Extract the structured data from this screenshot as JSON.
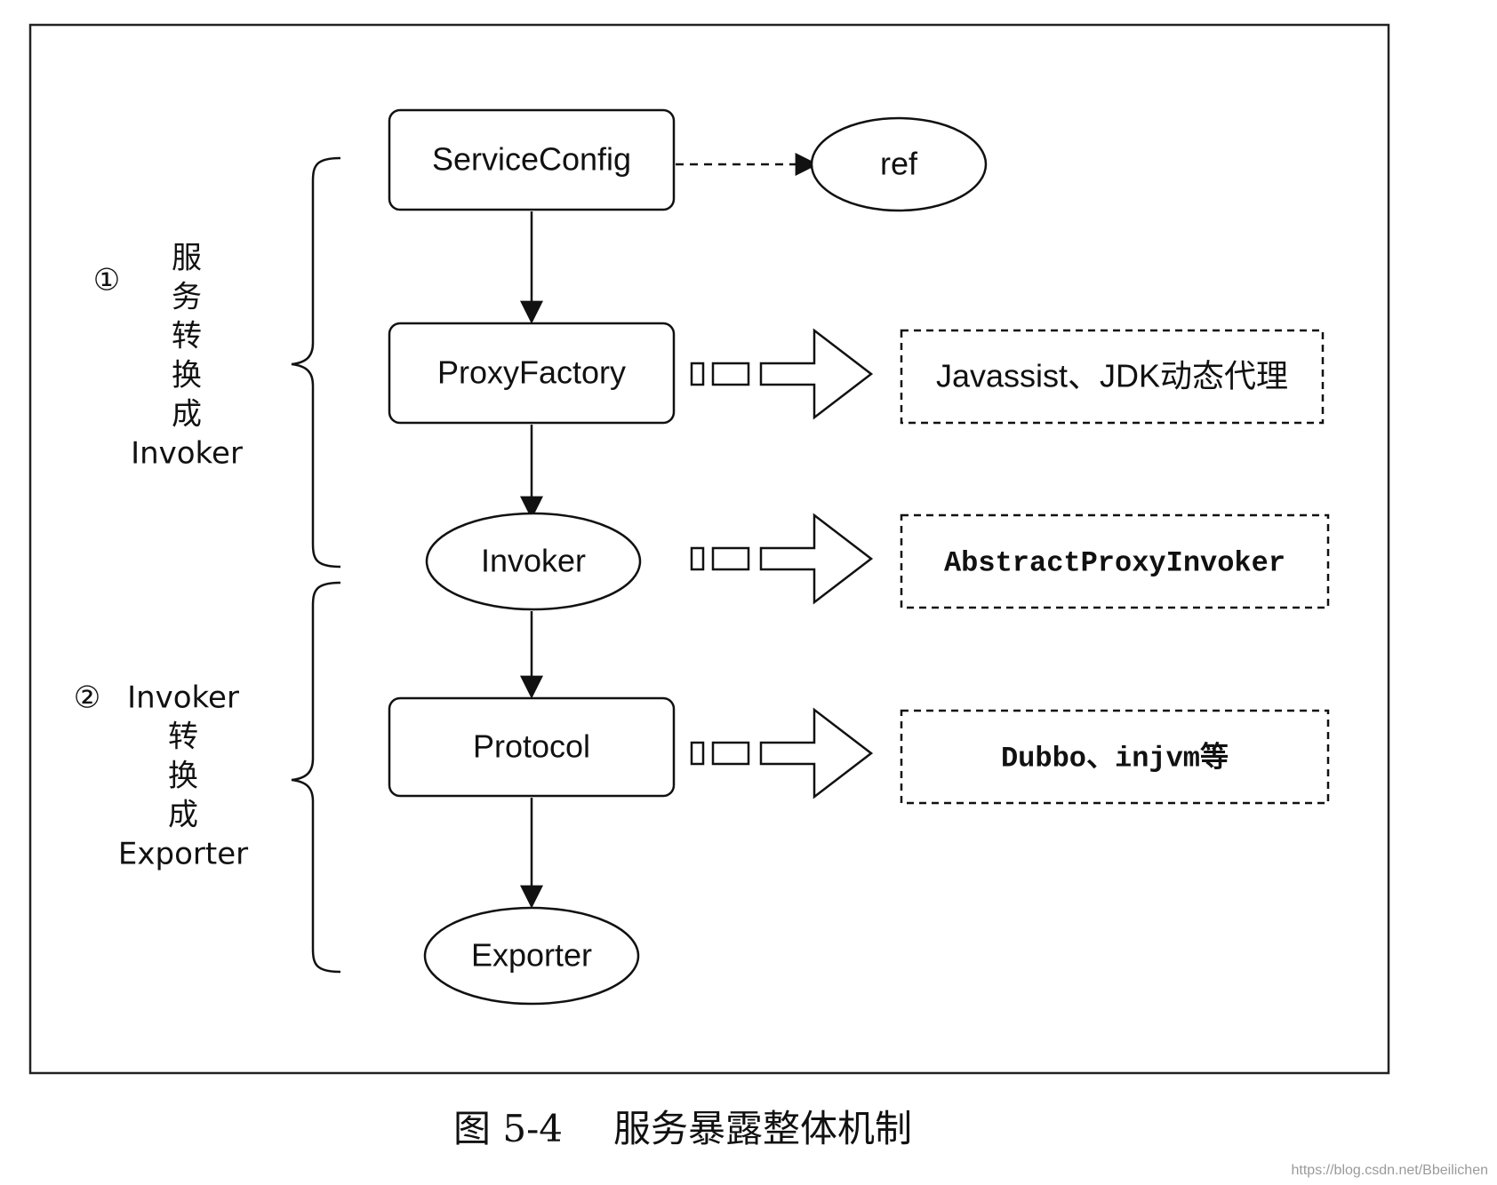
{
  "nodes": {
    "service_config": "ServiceConfig",
    "ref": "ref",
    "proxy_factory": "ProxyFactory",
    "invoker": "Invoker",
    "protocol": "Protocol",
    "exporter": "Exporter"
  },
  "implementations": {
    "proxy_factory": "Javassist、JDK动态代理",
    "invoker": "AbstractProxyInvoker",
    "protocol": "Dubbo、injvm等"
  },
  "stages": [
    {
      "number": "①",
      "lines": [
        "服",
        "务",
        "转",
        "换",
        "成",
        "Invoker"
      ]
    },
    {
      "number": "②",
      "lines": [
        "Invoker",
        "转",
        "换",
        "成",
        "Exporter"
      ]
    }
  ],
  "caption": {
    "figure": "图 5-4",
    "title": "服务暴露整体机制"
  },
  "watermark": "https://blog.csdn.net/Bbeilichen"
}
